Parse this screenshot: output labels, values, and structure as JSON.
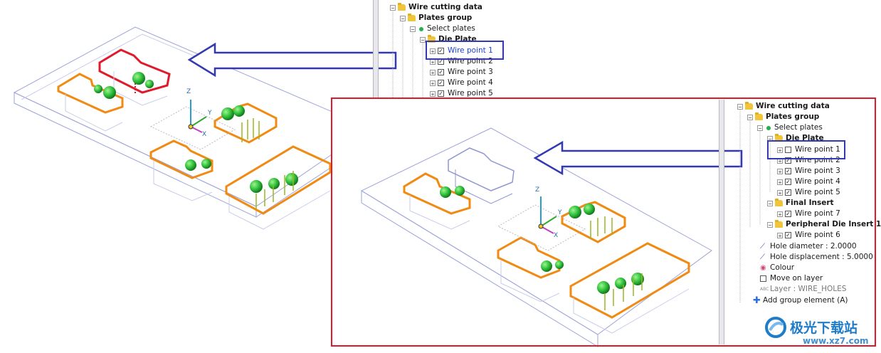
{
  "top_tree": {
    "root": "Wire cutting data",
    "group": "Plates group",
    "select": "Select plates",
    "die": "Die Plate",
    "items": [
      "Wire point 1",
      "Wire point 2",
      "Wire point 3",
      "Wire point 4",
      "Wire point 5"
    ]
  },
  "main_tree": {
    "root": "Wire cutting data",
    "group": "Plates group",
    "select": "Select plates",
    "die": "Die Plate",
    "die_items": [
      "Wire point 1",
      "Wire point 2",
      "Wire point 3",
      "Wire point 4",
      "Wire point 5"
    ],
    "final_insert": "Final Insert",
    "final_items": [
      "Wire point 7"
    ],
    "peripheral": "Peripheral Die Insert 1",
    "peripheral_items": [
      "Wire point 6"
    ],
    "hole_diameter": "Hole diameter : 2.0000",
    "hole_displacement": "Hole displacement : 5.0000",
    "colour": "Colour",
    "move_on_layer": "Move on layer",
    "layer": "Layer : WIRE_HOLES",
    "add_group": "Add group element (A)"
  },
  "axes_labels": {
    "x": "X",
    "y": "Y",
    "z": "Z"
  },
  "watermark": {
    "title": "极光下载站",
    "url": "www.xz7.com"
  },
  "colors": {
    "orange": "#f08a12",
    "red": "#e0192b",
    "blue": "#3239b3",
    "green": "#2fbf3a",
    "outline": "#9da3d8"
  }
}
